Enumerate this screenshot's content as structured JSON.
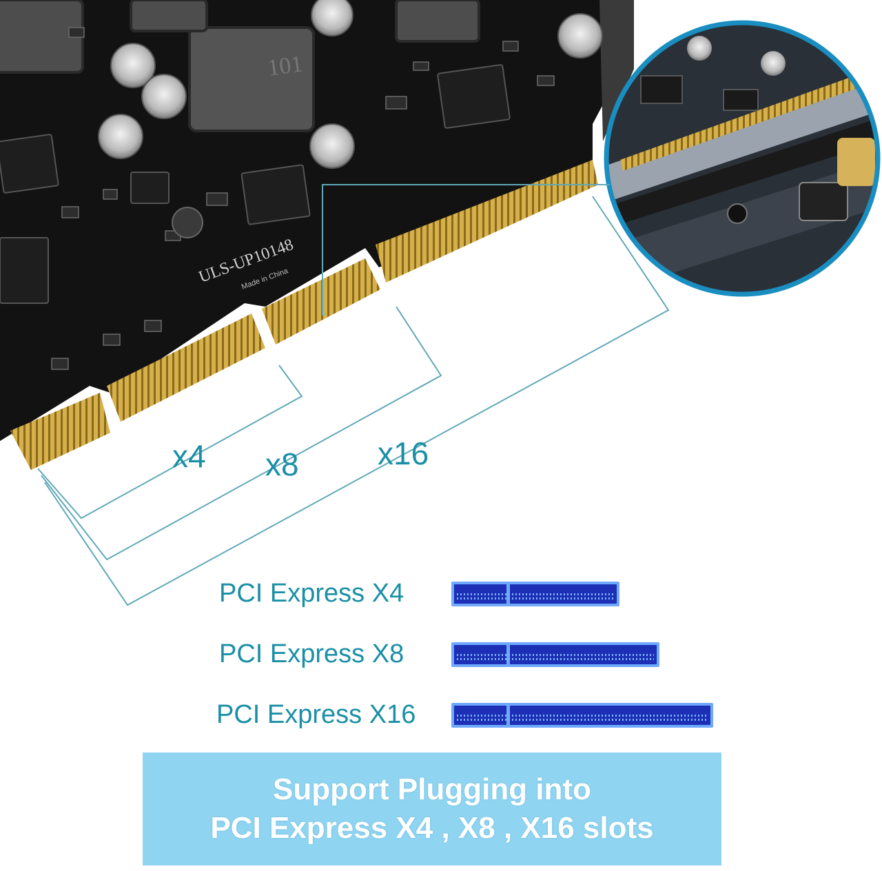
{
  "card": {
    "model_marking": "ULS-UP10148",
    "made_in": "Made in China"
  },
  "lane_labels": {
    "x4": "x4",
    "x8": "x8",
    "x16": "x16"
  },
  "slots": [
    {
      "label": "PCI Express X4",
      "icon": "pcie-x4-slot-icon"
    },
    {
      "label": "PCI Express X8",
      "icon": "pcie-x8-slot-icon"
    },
    {
      "label": "PCI Express X16",
      "icon": "pcie-x16-slot-icon"
    }
  ],
  "banner": {
    "line1": "Support Plugging into",
    "line2": "PCI Express X4 , X8 , X16 slots"
  },
  "colors": {
    "accent": "#1a8fa6",
    "banner_bg": "#8fd5f2",
    "slot_fill": "#1c2fb5",
    "slot_edge": "#6fa9ff",
    "gold_pins": "#c9a23a",
    "pcb": "#111111"
  }
}
